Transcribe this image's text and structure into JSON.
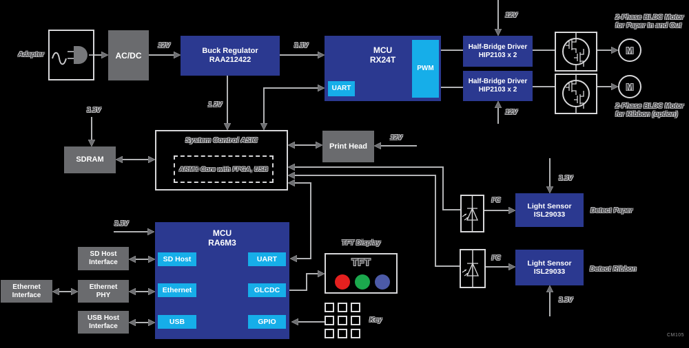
{
  "diagram": {
    "watermark": "CM105",
    "colors": {
      "background": "#000000",
      "block_blue": "#2b3990",
      "block_cyan": "#16aee9",
      "block_gray": "#6a6b6e",
      "line_gray": "#b3b4b6",
      "arrow_gray": "#6d6e71",
      "tft_red": "#e4201f",
      "tft_green": "#1ba84d",
      "tft_blue": "#4c5aa7"
    },
    "power": {
      "adapter_label": "Adapter",
      "acdc_label": "AC/DC",
      "v12_in": "12V",
      "v33_mcu": "3.3V",
      "buck_line1": "Buck Regulator",
      "buck_line2": "RAA212422",
      "v12_asic": "1.2V"
    },
    "rx24t": {
      "title1": "MCU",
      "title2": "RX24T",
      "pwm": "PWM",
      "uart": "UART"
    },
    "drivers": {
      "hb1_line1": "Half-Bridge Driver",
      "hb1_line2": "HIP2103 x 2",
      "hb2_line1": "Half-Bridge Driver",
      "hb2_line2": "HIP2103 x 2",
      "v12_top": "12V",
      "v12_bottom": "12V"
    },
    "motors": {
      "m1": "M",
      "m2": "M",
      "m1_caption1": "2-Phase BLDC Motor",
      "m1_caption2": "for Paper In and Out",
      "m2_caption1": "2-Phase BLDC Motor",
      "m2_caption2": "for Ribbon (option)"
    },
    "asic": {
      "title": "System Control ASIC",
      "core": "ARM® Core with FPGA, USB"
    },
    "sdram": {
      "label": "SDRAM",
      "v33": "3.3V"
    },
    "printhead": {
      "label": "Print Head",
      "v12": "12V"
    },
    "sensors": {
      "i2c1": "I²C",
      "i2c2": "I²C",
      "ls1_line1": "Light Sensor",
      "ls1_line2": "ISL29033",
      "ls1_caption": "Detect Paper",
      "ls1_v33": "3.3V",
      "ls2_line1": "Light Sensor",
      "ls2_line2": "ISL29033",
      "ls2_caption": "Detect Ribbon",
      "ls2_v33": "3.3V"
    },
    "ra6m3": {
      "title1": "MCU",
      "title2": "RA6M3",
      "v33": "3.3V",
      "left_blocks": [
        "SD Host",
        "Ethernet",
        "USB"
      ],
      "right_blocks": [
        "UART",
        "GLCDC",
        "GPIO"
      ]
    },
    "interfaces": {
      "eth_if1": "Ethernet",
      "eth_if2": "Interface",
      "sd_if1": "SD Host",
      "sd_if2": "Interface",
      "phy1": "Ethernet",
      "phy2": "PHY",
      "usb_if1": "USB Host",
      "usb_if2": "Interface"
    },
    "display": {
      "caption": "TFT Display",
      "tft": "TFT"
    },
    "keypad": {
      "label": "Key"
    }
  }
}
